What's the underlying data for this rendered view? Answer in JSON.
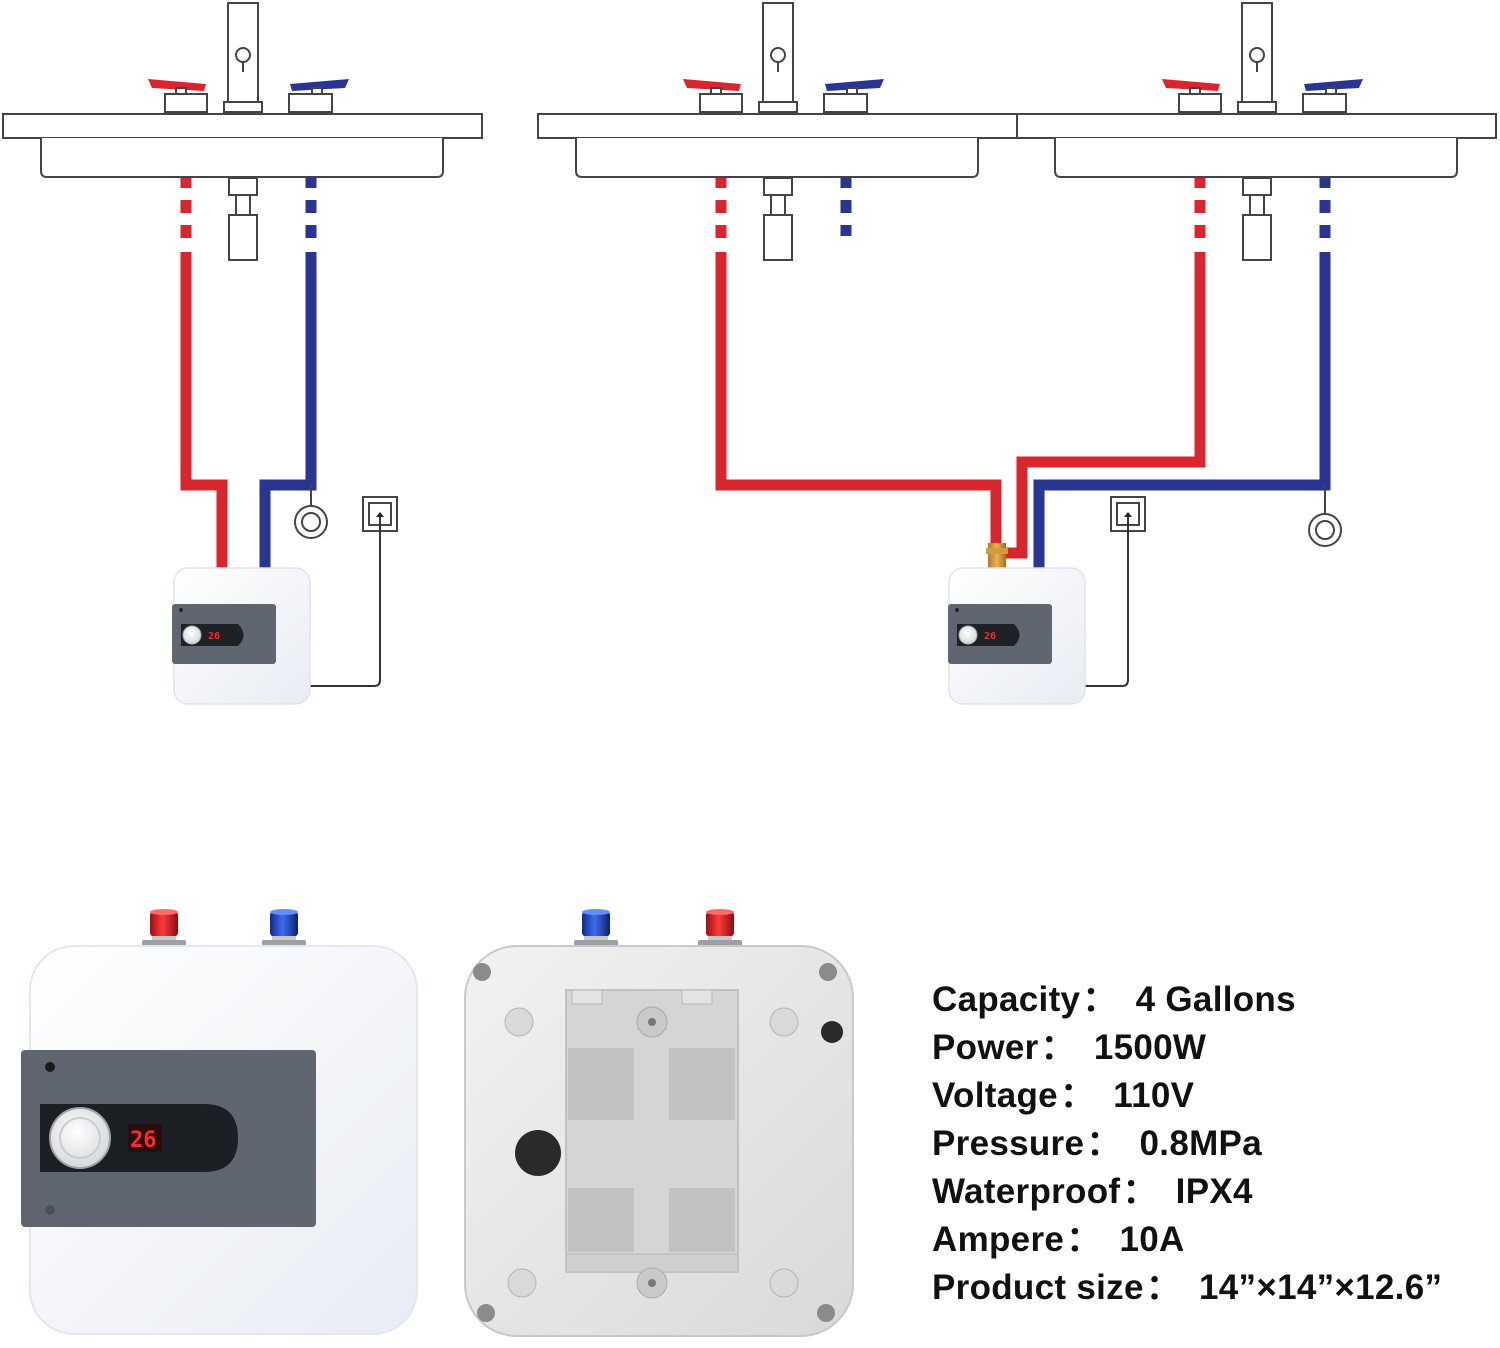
{
  "colors": {
    "hot_pipe": "#d8262e",
    "cold_pipe": "#2a3592",
    "heater_body": "#f4f6fa",
    "control_panel": "#5f6670",
    "display_red": "#ff2a2a",
    "brass_tee": "#c99237"
  },
  "icons": [
    "faucet-icon",
    "sink-icon",
    "power-outlet-icon",
    "pressure-valve-icon",
    "water-heater-icon"
  ],
  "heater_display": {
    "small_reading": "26",
    "large_reading": "26"
  },
  "specs": [
    {
      "label": "Capacity",
      "value": "4 Gallons"
    },
    {
      "label": "Power",
      "value": "1500W"
    },
    {
      "label": "Voltage",
      "value": "110V"
    },
    {
      "label": "Pressure",
      "value": "0.8MPa"
    },
    {
      "label": "Waterproof",
      "value": "IPX4"
    },
    {
      "label": "Ampere",
      "value": "10A"
    },
    {
      "label": "Product size",
      "value": "14”×14”×12.6”"
    }
  ],
  "spec_separator": "："
}
